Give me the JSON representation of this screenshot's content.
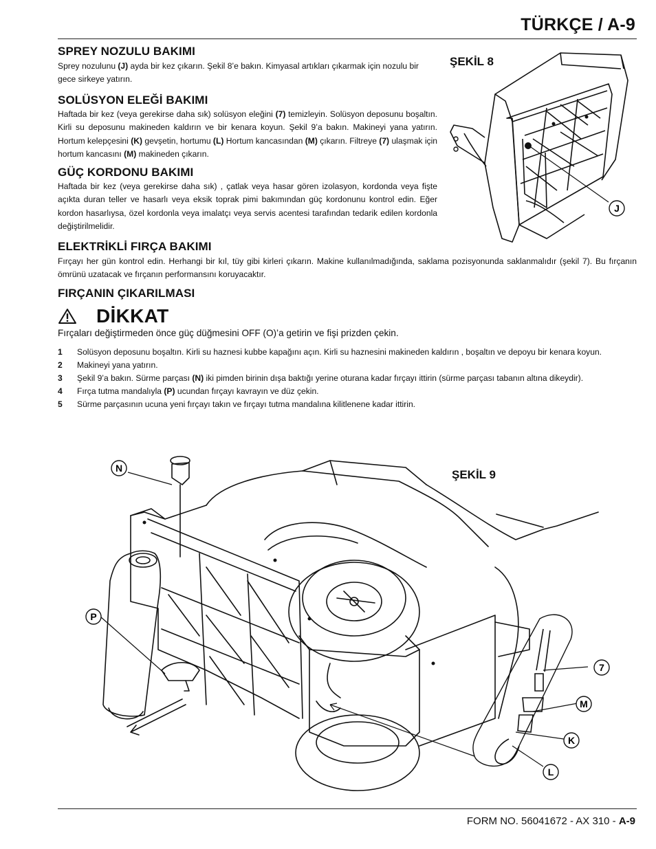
{
  "header": {
    "title": "TÜRKÇE / A-9"
  },
  "sections": {
    "spray": {
      "title": "SPREY NOZULU BAKIMI",
      "t1": "Sprey nozulunu ",
      "b1": "(J)",
      "t2": " ayda bir kez çıkarın. Şekil 8’e bakın. Kimyasal artıkları çıkarmak için nozulu bir gece sirkeye yatırın."
    },
    "filter": {
      "title": "SOLÜSYON ELEĞİ BAKIMI",
      "t1": "Haftada bir kez (veya gerekirse daha sık) solüsyon eleğini ",
      "b1": "(7)",
      "t2": " temizleyin. Solüsyon deposunu boşaltın. Kirli su deposunu makineden kaldırın ve bir kenara koyun. Şekil 9’a bakın. Makineyi yana yatırın. Hortum kelepçesini ",
      "b2": "(K)",
      "t3": " gevşetin, hortumu ",
      "b3": "(L)",
      "t4": " Hortum kancasından ",
      "b4": "(M)",
      "t5": " çıkarın. Filtreye ",
      "b5": "(7)",
      "t6": " ulaşmak için hortum kancasını ",
      "b6": "(M)",
      "t7": " makineden çıkarın."
    },
    "cord": {
      "title": "GÜÇ KORDONU BAKIMI",
      "text": "Haftada bir kez (veya gerekirse daha sık) , çatlak veya hasar gören izolasyon, kordonda veya fişte açıkta duran teller ve hasarlı veya eksik toprak pimi bakımından güç kordonunu kontrol edin. Eğer kordon hasarlıysa, özel kordonla veya imalatçı veya servis acentesi tarafından tedarik edilen kordonla değiştirilmelidir."
    },
    "brush": {
      "title": "ELEKTRİKLİ FIRÇA BAKIMI",
      "text": "Fırçayı her gün kontrol edin. Herhangi bir kıl, tüy gibi kirleri çıkarın. Makine kullanılmadığında, saklama pozisyonunda saklanmalıdır (şekil 7). Bu fırçanın ömrünü uzatacak ve fırçanın performansını koruyacaktır."
    },
    "removal": {
      "title": "FIRÇANIN ÇIKARILMASI"
    }
  },
  "warning": {
    "title": "DİKKAT",
    "text": "Fırçaları değiştirmeden önce güç düğmesini OFF (O)’a getirin ve fişi prizden çekin.",
    "icon": "warning-triangle-icon"
  },
  "steps": [
    {
      "num": "1",
      "text": "Solüsyon deposunu boşaltın. Kirli su haznesi kubbe kapağını açın. Kirli su haznesini makineden kaldırın , boşaltın ve depoyu bir kenara koyun."
    },
    {
      "num": "2",
      "text": "Makineyi yana yatırın."
    },
    {
      "num": "3",
      "t1": "Şekil 9’a bakın. Sürme parçası ",
      "b1": "(N)",
      "t2": " iki pimden birinin dışa baktığı yerine oturana kadar fırçayı ittirin (sürme parçası tabanın altına dikeydir)."
    },
    {
      "num": "4",
      "t1": "Fırça tutma mandalıyla ",
      "b1": "(P)",
      "t2": " ucundan fırçayı kavrayın ve düz çekin."
    },
    {
      "num": "5",
      "text": "Sürme parçasının ucuna yeni fırçayı takın ve fırçayı tutma mandalına kilitlenene kadar ittirin."
    }
  ],
  "figures": {
    "fig8": {
      "label": "ŞEKİL 8",
      "callouts": [
        "J"
      ]
    },
    "fig9": {
      "label": "ŞEKİL 9",
      "callouts": [
        "N",
        "P",
        "7",
        "M",
        "K",
        "L"
      ]
    }
  },
  "footer": {
    "prefix": "FORM NO. 56041672 - AX 310 - ",
    "page": "A-9"
  }
}
